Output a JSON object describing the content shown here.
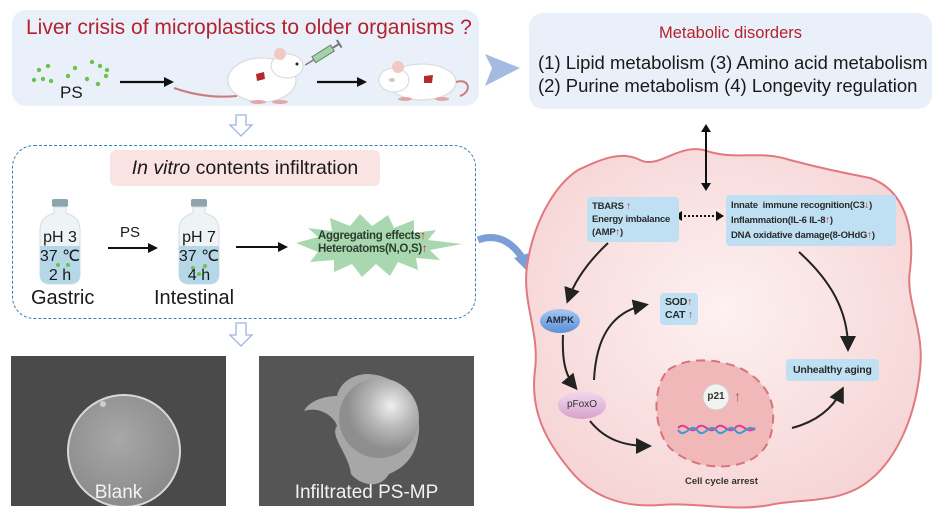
{
  "top_left_panel": {
    "title": "Liver crisis of microplastics to older organisms ?",
    "particle_label": "PS"
  },
  "metabolic_panel": {
    "title": "Metabolic disorders",
    "line1": "(1) Lipid metabolism (3) Amino acid metabolism",
    "line2": "(2) Purine metabolism (4) Longevity regulation"
  },
  "infiltration_panel": {
    "title_italic": "In vitro",
    "title_rest": " contents infiltration",
    "gastric_vial": {
      "ph": "pH 3",
      "temp": "37 ℃",
      "time": "2 h",
      "label": "Gastric"
    },
    "transfer_label": "PS",
    "intestinal_vial": {
      "ph": "pH 7",
      "temp": "37 ℃",
      "time": "4 h",
      "label": "Intestinal"
    },
    "effects": {
      "line1": "Aggregating effects",
      "line2": "Heteroatoms(N,O,S)",
      "arrow": "↑"
    }
  },
  "sem_images": [
    {
      "label": "Blank"
    },
    {
      "label": "Infiltrated PS-MP"
    }
  ],
  "cell": {
    "left_box": {
      "line1": "TBARS",
      "line2": "Energy imbalance",
      "line3a": "(AMP",
      "line3b": ")",
      "arrow": "↑"
    },
    "right_box": {
      "line1a": "Innate  immune recognition(C3",
      "line1_arrow": "↓",
      "line1b": ")",
      "line2a": "Inflammation(IL-6 IL-8",
      "line2_arrow": "↑",
      "line2b": ")",
      "line3a": "DNA oxidative damage(8-OHdG",
      "line3_arrow": "↑",
      "line3b": ")"
    },
    "sod_box": {
      "line1": "SOD",
      "line2": "CAT",
      "arrow": "↑"
    },
    "ampk_label": "AMPK",
    "pfoxo_label": "pFoxO",
    "p21_label": "p21",
    "p21_arrow": "↑",
    "unhealthy_label": "Unhealthy aging",
    "cell_cycle_label": "Cell cycle arrest"
  },
  "colors": {
    "panel_bg": "#e9f0f9",
    "title_red": "#b3232e",
    "up_arrow_red": "#e0202a",
    "cell_fill": "#f8dede",
    "cell_stroke": "#e07a80",
    "box_blue": "#bfe0f2",
    "dashed_blue": "#3a7db5",
    "starburst_green": "#a9d8b0"
  }
}
